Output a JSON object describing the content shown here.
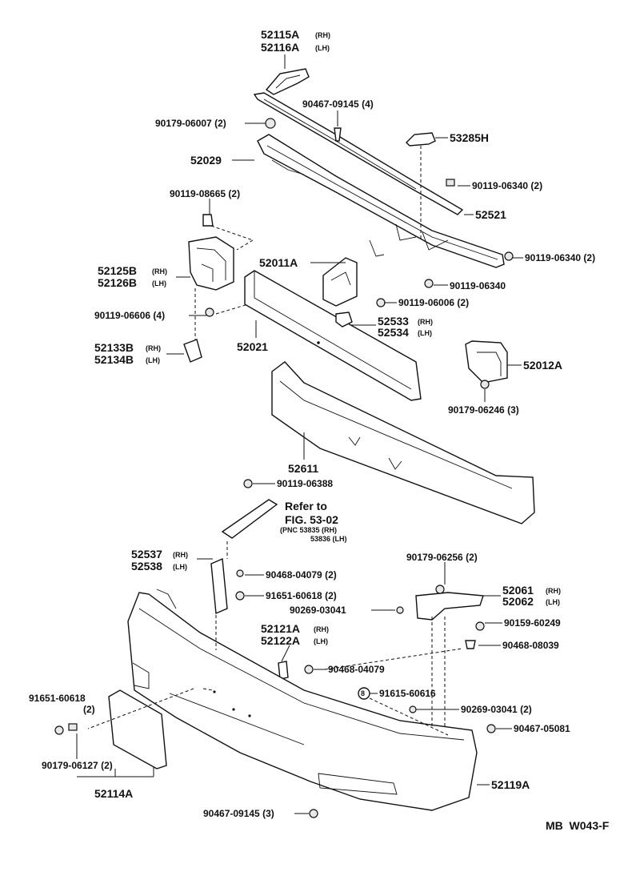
{
  "diagram_code": "MB  W043-F",
  "labels": {
    "p52115a": "52115A",
    "p52116a": "52116A",
    "rh": "(RH)",
    "lh": "(LH)",
    "p90467_09145_4": "90467-09145 (4)",
    "p90179_06007": "90179-06007 (2)",
    "p53285h": "53285H",
    "p52029": "52029",
    "p90119_06340_a": "90119-06340 (2)",
    "p90119_08665": "90119-08665 (2)",
    "p52521": "52521",
    "p90119_06340_b": "90119-06340 (2)",
    "p52011a": "52011A",
    "p52125b": "52125B",
    "p52126b": "52126B",
    "p90119_06340_c": "90119-06340",
    "p90119_06006": "90119-06006 (2)",
    "p90119_06606": "90119-06606 (4)",
    "p52533": "52533",
    "p52534": "52534",
    "p52133b": "52133B",
    "p52134b": "52134B",
    "p52021": "52021",
    "p52012a": "52012A",
    "p90179_06246": "90179-06246 (3)",
    "p52611": "52611",
    "p90119_06388": "90119-06388",
    "refer1": "Refer to",
    "refer2": "FIG. 53-02",
    "pnc1": "(PNC 53835 (RH)",
    "pnc2": "53836 (LH)",
    "p52537": "52537",
    "p52538": "52538",
    "p90179_06256": "90179-06256 (2)",
    "p90468_04079_a": "90468-04079 (2)",
    "p52061": "52061",
    "p52062": "52062",
    "p91651_60618_a": "91651-60618 (2)",
    "p90269_03041_a": "90269-03041",
    "p90159_60249": "90159-60249",
    "p52121a": "52121A",
    "p52122a": "52122A",
    "p90468_08039": "90468-08039",
    "p90468_04079_b": "90468-04079",
    "p91651_60618_b": "91651-60618",
    "two": "(2)",
    "p91615_60616": "91615-60616",
    "p90269_03041_b": "90269-03041 (2)",
    "p90467_05081": "90467-05081",
    "p90179_06127": "90179-06127 (2)",
    "p52119a": "52119A",
    "p52114a": "52114A",
    "p90467_09145_3": "90467-09145 (3)"
  }
}
